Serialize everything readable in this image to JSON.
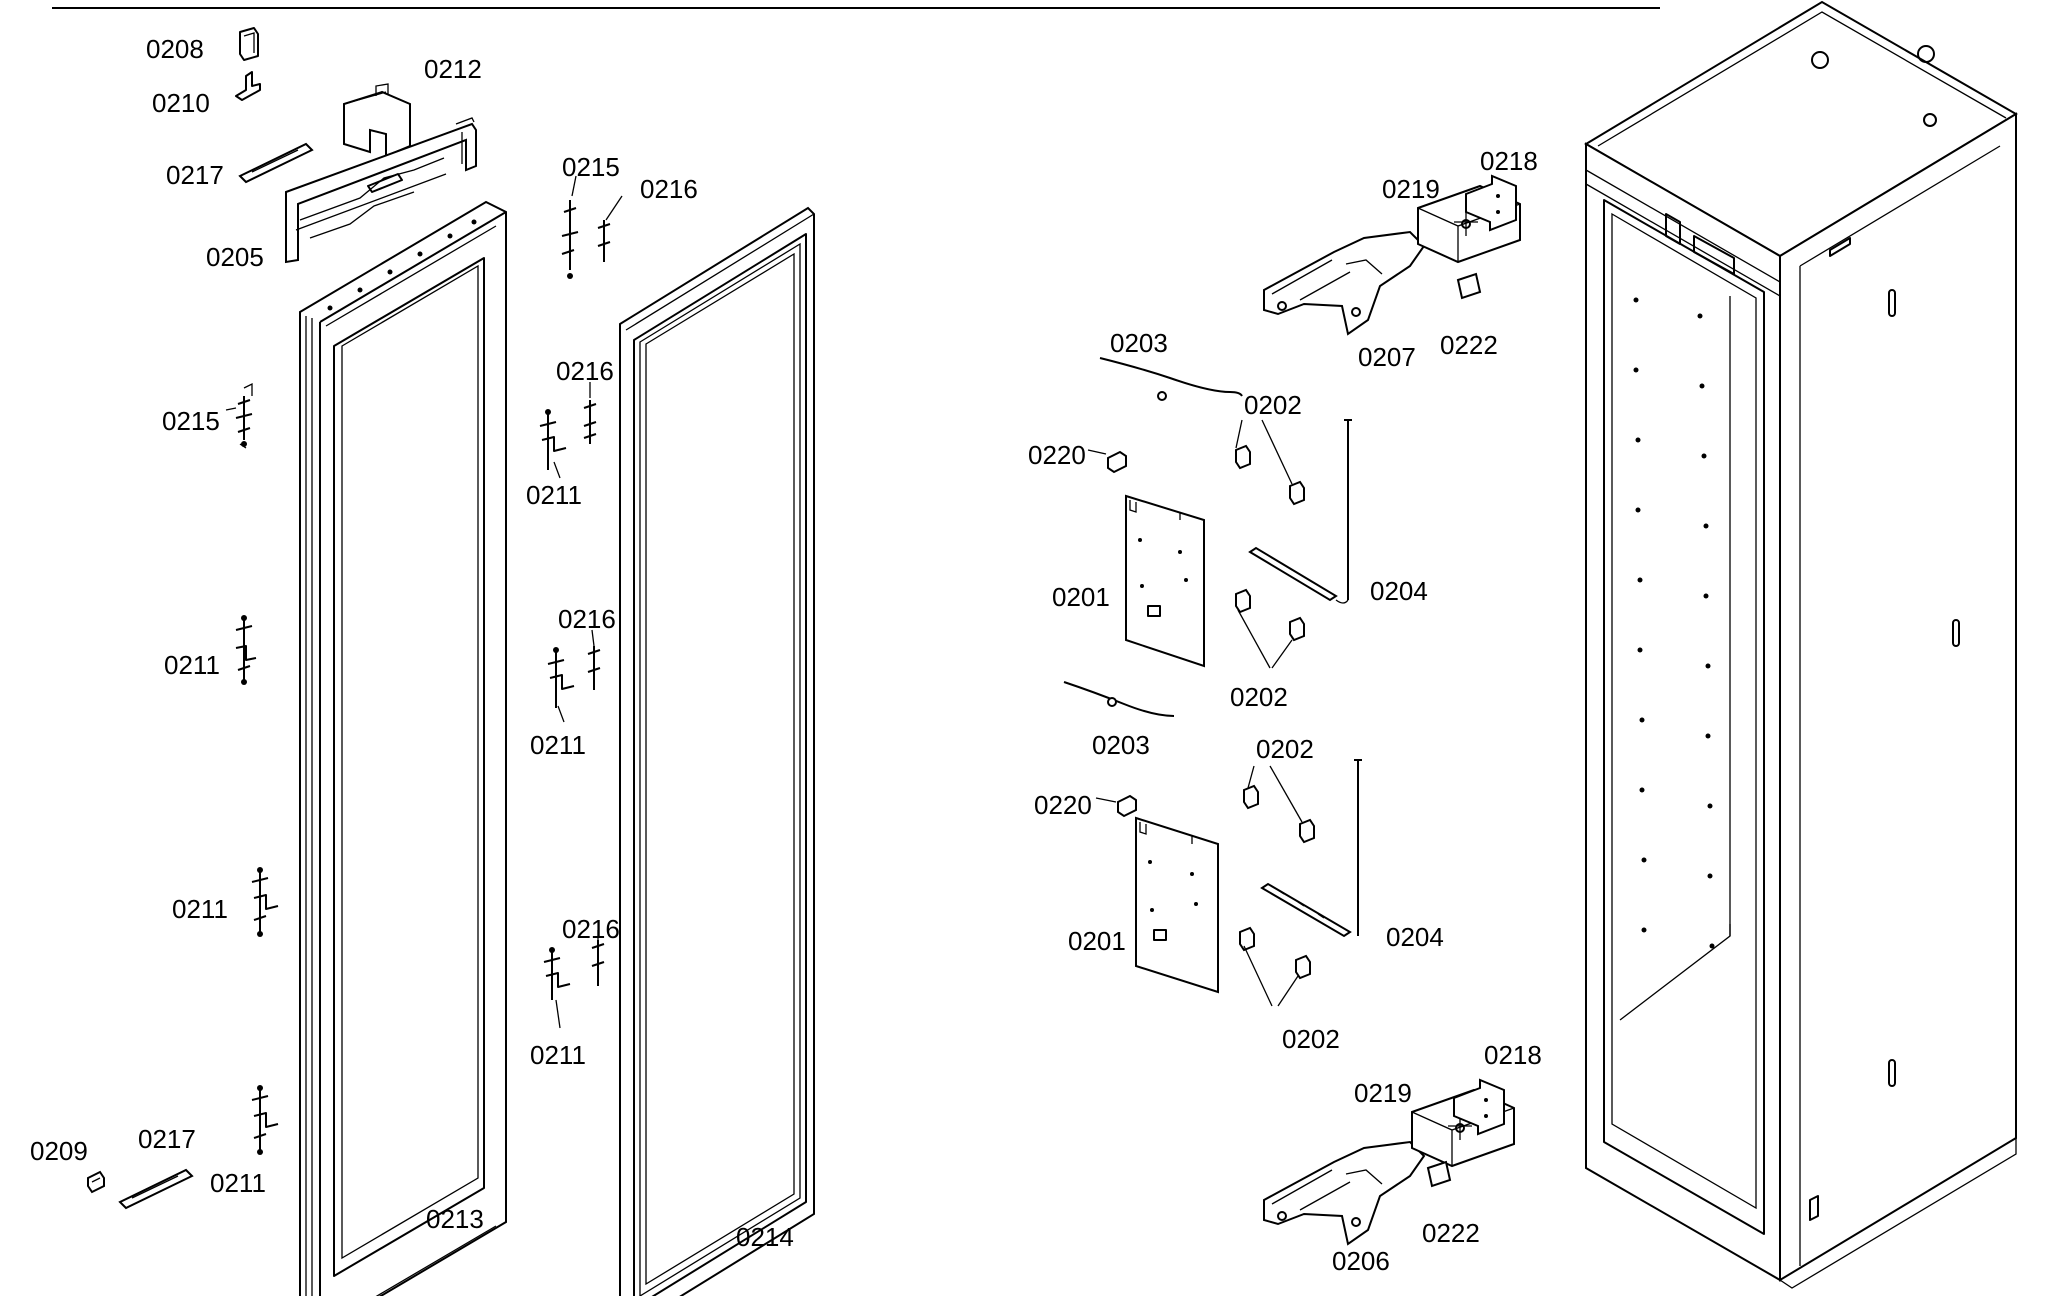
{
  "labels": {
    "l0208": "0208",
    "l0210": "0210",
    "l0212": "0212",
    "l0217a": "0217",
    "l0205": "0205",
    "l0215a": "0215",
    "l0211a": "0211",
    "l0211b": "0211",
    "l0211c": "0211",
    "l0209": "0209",
    "l0217b": "0217",
    "l0213": "0213",
    "l0215b": "0215",
    "l0216a": "0216",
    "l0216b": "0216",
    "l0211d": "0211",
    "l0216c": "0216",
    "l0211e": "0211",
    "l0216d": "0216",
    "l0211f": "0211",
    "l0214": "0214",
    "l0203a": "0203",
    "l0220a": "0220",
    "l0201a": "0201",
    "l0202a": "0202",
    "l0202b": "0202",
    "l0204a": "0204",
    "l0203b": "0203",
    "l0220b": "0220",
    "l0201b": "0201",
    "l0202c": "0202",
    "l0202d": "0202",
    "l0204b": "0204",
    "l0219a": "0219",
    "l0218a": "0218",
    "l0207": "0207",
    "l0222a": "0222",
    "l0219b": "0219",
    "l0218b": "0218",
    "l0206": "0206",
    "l0222b": "0222"
  }
}
